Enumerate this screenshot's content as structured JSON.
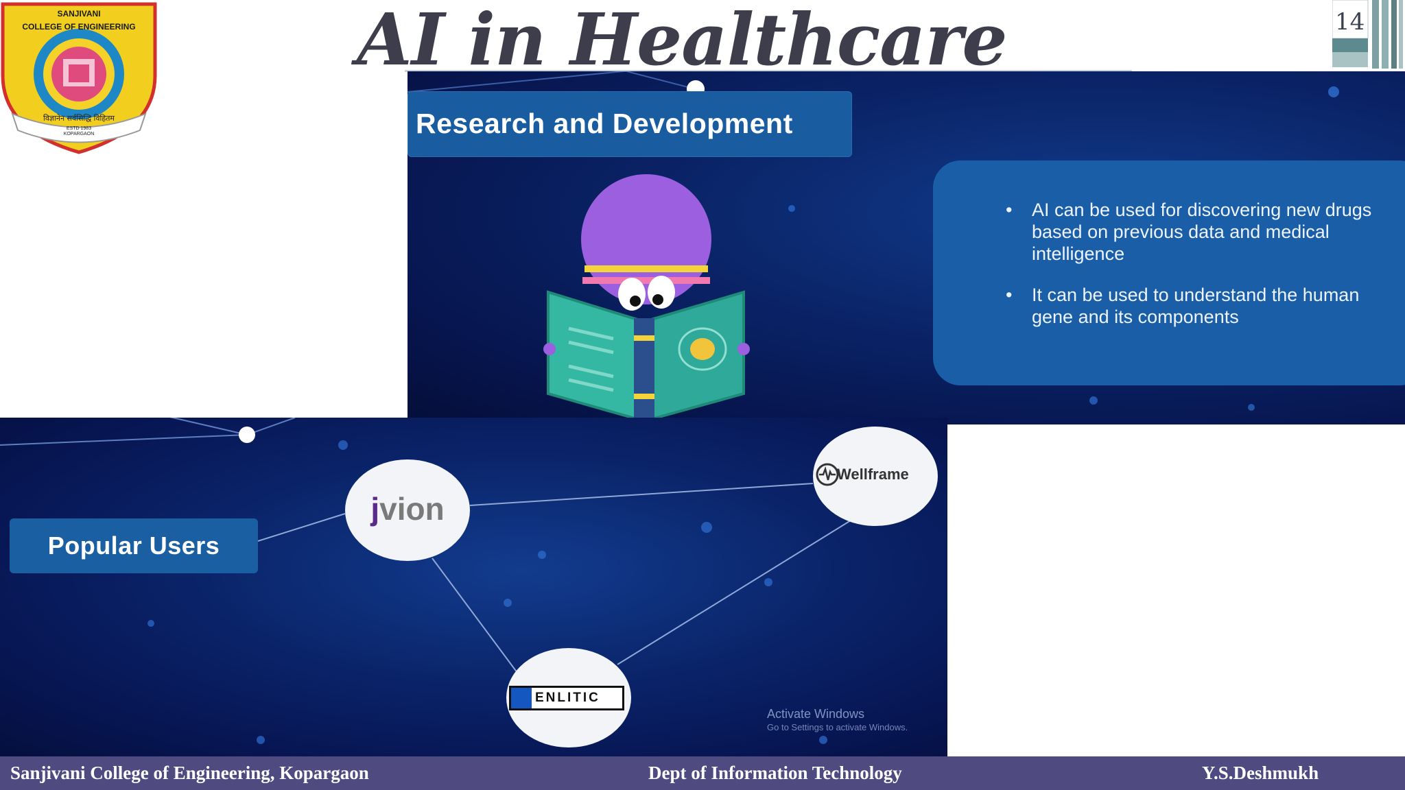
{
  "slide": {
    "title": "AI in Healthcare",
    "number": "14"
  },
  "logo": {
    "line1": "SANJIVANI",
    "line2": "COLLEGE OF ENGINEERING",
    "motto": "विज्ञानेन सर्वसिद्धि विहितम",
    "estd": "ESTD 1983",
    "place": "KOPARGAON"
  },
  "research_panel": {
    "heading": "Research and Development",
    "bullets": [
      "AI can be used for discovering new drugs based on previous data and medical intelligence",
      "It can be used to understand the human gene and its components"
    ]
  },
  "users_panel": {
    "heading": "Popular Users",
    "companies": {
      "jvion": {
        "j": "j",
        "rest": "vion"
      },
      "wellframe": "Wellframe",
      "enlitic": "ENLITIC"
    },
    "watermark_title": "Activate Windows",
    "watermark_sub": "Go to Settings to activate Windows."
  },
  "footer": {
    "left": "Sanjivani College of Engineering,  Kopargaon",
    "center": "Dept of Information Technology",
    "right": "Y.S.Deshmukh"
  },
  "colors": {
    "title": "#3d3d4b",
    "footer_bg": "#4f4a80",
    "panel_box": "#1b5ea8"
  }
}
